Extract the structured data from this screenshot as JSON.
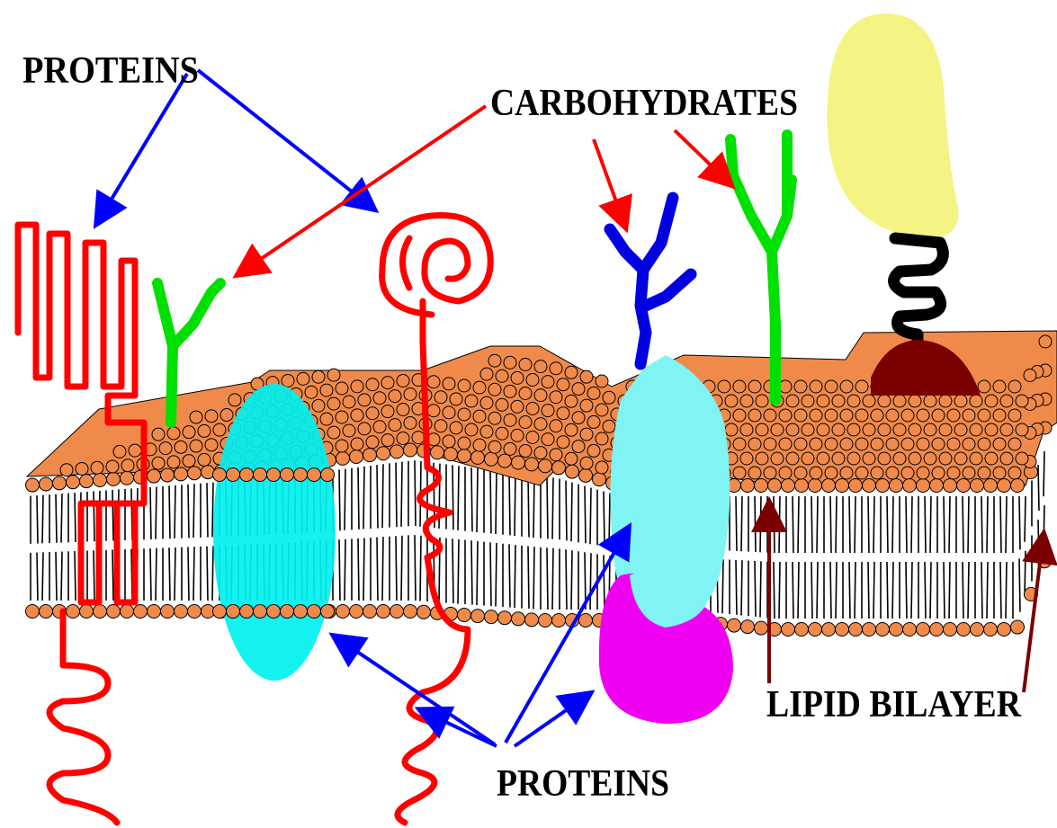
{
  "labels": {
    "proteins_top": "PROTEINS",
    "carbohydrates": "CARBOHYDRATES",
    "proteins_bottom": "PROTEINS",
    "lipid_bilayer": "LIPID BILAYER"
  },
  "colors": {
    "lipid_head": "#F08A4B",
    "lipid_head_outline": "#000000",
    "tail_line": "#000000",
    "red_protein": "#FF0000",
    "green_carbohydrate": "#00E000",
    "blue_carbohydrate": "#0000E0",
    "cyan_channel": "#00F0F0",
    "light_cyan_protein": "#80F4F4",
    "magenta_protein": "#F000F0",
    "yellow_bulb": "#F4F484",
    "dark_red_anchor": "#7A0000",
    "black_coil": "#000000",
    "protein_arrow": "#0000FF",
    "carbohydrate_arrow": "#FF0000",
    "lipid_arrow": "#7A0000",
    "label_text": "#000000"
  }
}
